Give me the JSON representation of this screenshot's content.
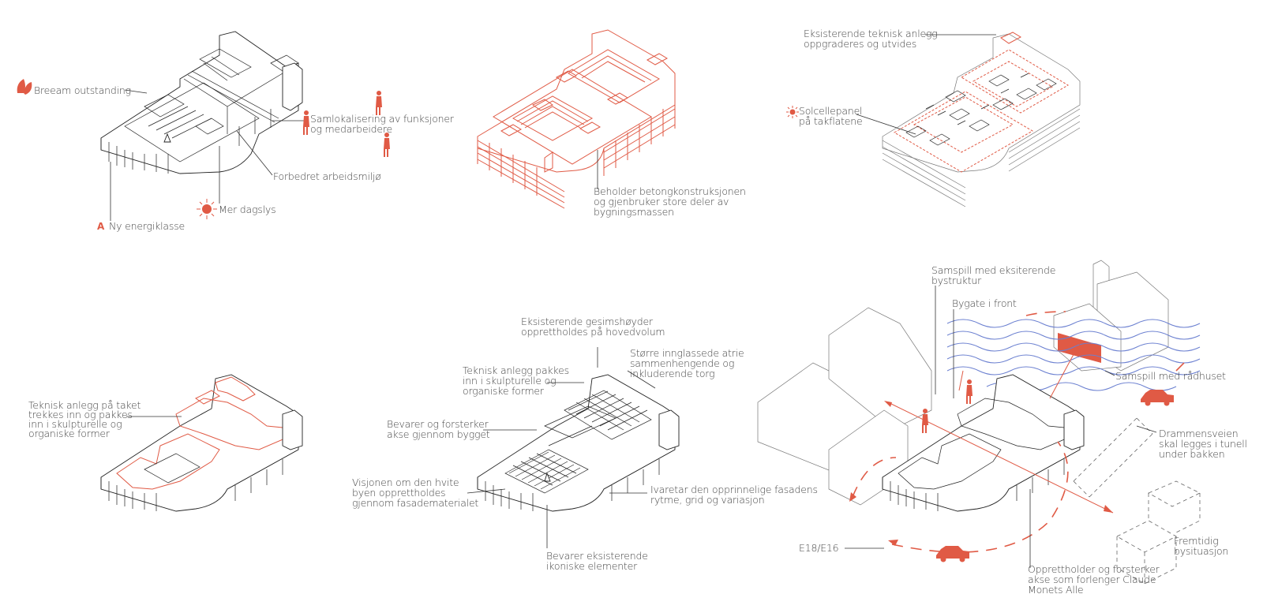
{
  "colors": {
    "accent": "#e05a45",
    "ink": "#222222",
    "wave": "#6a7fd0"
  },
  "panel1": {
    "breeam": "Breeam outstanding",
    "samlok1": "Samlokalisering av funksjoner",
    "samlok2": "og medarbeidere",
    "arbeid": "Forbedret arbeidsmiljø",
    "dagslys": "Mer dagslys",
    "energi_badge": "A",
    "energi": "Ny energiklasse"
  },
  "panel2": {
    "beholder1": "Beholder betongkonstruksjonen",
    "beholder2": "og gjenbruker store deler av",
    "beholder3": "bygningsmassen"
  },
  "panel3": {
    "teknisk1": "Eksisterende teknisk anlegg",
    "teknisk2": "oppgraderes og utvides",
    "sol1": "Solcellepanel",
    "sol2": "på takflatene"
  },
  "panel4": {
    "l1": "Teknisk anlegg på taket",
    "l2": "trekkes inn og pakkes",
    "l3": "inn i skulpturelle og",
    "l4": "organiske former"
  },
  "panel5": {
    "gesims1": "Eksisterende gesimshøyder",
    "gesims2": "opprettholdes på hovedvolum",
    "tek1": "Teknisk anlegg pakkes",
    "tek2": "inn i skulpturelle og",
    "tek3": "organiske former",
    "atrie1": "Større innglassede atrie",
    "atrie2": "sammenhengende og",
    "atrie3": "inkluderende torg",
    "akse1": "Bevarer og forsterker",
    "akse2": "akse gjennom bygget",
    "vis1": "Visjonen om den hvite",
    "vis2": "byen opprettholdes",
    "vis3": "gjennom fasadematerialet",
    "iva1": "Ivaretar den opprinnelige fasadens",
    "iva2": "rytme, grid og variasjon",
    "ikon1": "Bevarer eksisterende",
    "ikon2": "ikoniske elementer"
  },
  "panel6": {
    "samspill1": "Samspill med eksiterende",
    "samspill2": "bystruktur",
    "bygate": "Bygate i front",
    "raadhus": "Samspill med rådhuset",
    "dv1": "Drammensveien",
    "dv2": "skal legges i tunell",
    "dv3": "under bakken",
    "e18": "E18/E16",
    "frem1": "Fremtidig",
    "frem2": "bysituasjon",
    "opp1": "Opprettholder og forsterker",
    "opp2": "akse som forlenger Claude",
    "opp3": "Monets Alle"
  }
}
